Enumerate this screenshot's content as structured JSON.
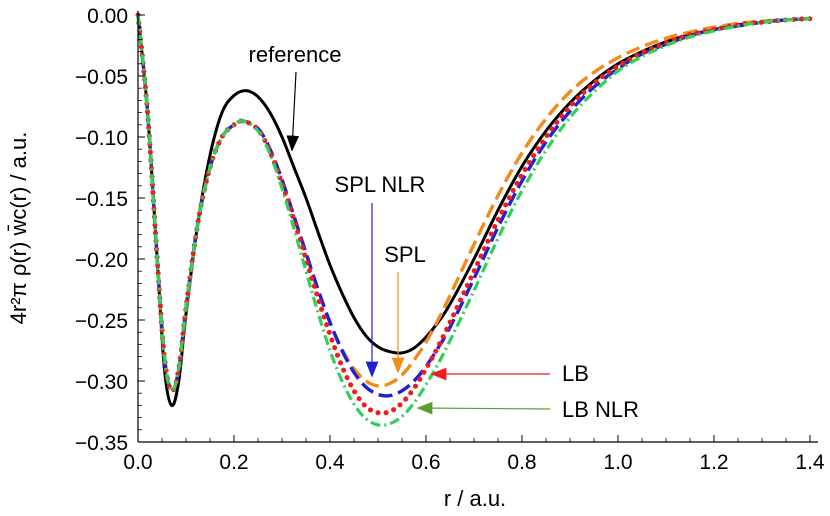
{
  "chart_data": {
    "type": "line",
    "title": "",
    "xlabel": "r / a.u.",
    "ylabel": "4r²π ρ(r) w̄c(r) / a.u.",
    "xlim": [
      0.0,
      1.4
    ],
    "ylim": [
      -0.35,
      0.0
    ],
    "xticks": [
      "0.0",
      "0.2",
      "0.4",
      "0.6",
      "0.8",
      "1.0",
      "1.2",
      "1.4"
    ],
    "yticks": [
      "0.00",
      "−0.05",
      "−0.10",
      "−0.15",
      "−0.20",
      "−0.25",
      "−0.30",
      "−0.35"
    ],
    "grid": false,
    "series": [
      {
        "label": "reference",
        "color": "#000000",
        "style": "solid",
        "points": [
          [
            0.0,
            0.0
          ],
          [
            0.02,
            -0.08
          ],
          [
            0.04,
            -0.2
          ],
          [
            0.055,
            -0.29
          ],
          [
            0.07,
            -0.32
          ],
          [
            0.085,
            -0.3
          ],
          [
            0.1,
            -0.245
          ],
          [
            0.125,
            -0.17
          ],
          [
            0.15,
            -0.115
          ],
          [
            0.175,
            -0.08
          ],
          [
            0.2,
            -0.066
          ],
          [
            0.225,
            -0.062
          ],
          [
            0.25,
            -0.067
          ],
          [
            0.275,
            -0.08
          ],
          [
            0.3,
            -0.1
          ],
          [
            0.325,
            -0.125
          ],
          [
            0.35,
            -0.15
          ],
          [
            0.375,
            -0.178
          ],
          [
            0.4,
            -0.205
          ],
          [
            0.425,
            -0.228
          ],
          [
            0.45,
            -0.248
          ],
          [
            0.475,
            -0.263
          ],
          [
            0.5,
            -0.272
          ],
          [
            0.525,
            -0.276
          ],
          [
            0.55,
            -0.277
          ],
          [
            0.575,
            -0.273
          ],
          [
            0.6,
            -0.264
          ],
          [
            0.625,
            -0.252
          ],
          [
            0.65,
            -0.237
          ],
          [
            0.7,
            -0.2
          ],
          [
            0.75,
            -0.16
          ],
          [
            0.8,
            -0.124
          ],
          [
            0.85,
            -0.095
          ],
          [
            0.9,
            -0.072
          ],
          [
            0.95,
            -0.054
          ],
          [
            1.0,
            -0.04
          ],
          [
            1.05,
            -0.03
          ],
          [
            1.1,
            -0.022
          ],
          [
            1.15,
            -0.016
          ],
          [
            1.2,
            -0.012
          ],
          [
            1.25,
            -0.008
          ],
          [
            1.3,
            -0.006
          ],
          [
            1.35,
            -0.004
          ],
          [
            1.4,
            -0.003
          ]
        ]
      },
      {
        "label": "SPL NLR",
        "color": "#1f1fd6",
        "style": "dashed",
        "points": [
          [
            0.0,
            0.0
          ],
          [
            0.02,
            -0.08
          ],
          [
            0.04,
            -0.2
          ],
          [
            0.055,
            -0.28
          ],
          [
            0.07,
            -0.308
          ],
          [
            0.085,
            -0.29
          ],
          [
            0.1,
            -0.24
          ],
          [
            0.125,
            -0.17
          ],
          [
            0.15,
            -0.125
          ],
          [
            0.175,
            -0.1
          ],
          [
            0.2,
            -0.09
          ],
          [
            0.22,
            -0.087
          ],
          [
            0.25,
            -0.093
          ],
          [
            0.275,
            -0.11
          ],
          [
            0.3,
            -0.135
          ],
          [
            0.325,
            -0.165
          ],
          [
            0.35,
            -0.195
          ],
          [
            0.375,
            -0.225
          ],
          [
            0.4,
            -0.252
          ],
          [
            0.425,
            -0.275
          ],
          [
            0.45,
            -0.293
          ],
          [
            0.475,
            -0.305
          ],
          [
            0.5,
            -0.311
          ],
          [
            0.525,
            -0.312
          ],
          [
            0.55,
            -0.308
          ],
          [
            0.575,
            -0.3
          ],
          [
            0.6,
            -0.288
          ],
          [
            0.625,
            -0.273
          ],
          [
            0.65,
            -0.256
          ],
          [
            0.7,
            -0.216
          ],
          [
            0.75,
            -0.174
          ],
          [
            0.8,
            -0.136
          ],
          [
            0.85,
            -0.104
          ],
          [
            0.9,
            -0.079
          ],
          [
            0.95,
            -0.059
          ],
          [
            1.0,
            -0.044
          ],
          [
            1.05,
            -0.032
          ],
          [
            1.1,
            -0.024
          ],
          [
            1.15,
            -0.017
          ],
          [
            1.2,
            -0.012
          ],
          [
            1.25,
            -0.009
          ],
          [
            1.3,
            -0.006
          ],
          [
            1.35,
            -0.004
          ],
          [
            1.4,
            -0.003
          ]
        ]
      },
      {
        "label": "SPL",
        "color": "#f28a1c",
        "style": "dashed",
        "points": [
          [
            0.0,
            0.0
          ],
          [
            0.02,
            -0.08
          ],
          [
            0.04,
            -0.2
          ],
          [
            0.055,
            -0.28
          ],
          [
            0.07,
            -0.308
          ],
          [
            0.085,
            -0.29
          ],
          [
            0.1,
            -0.24
          ],
          [
            0.125,
            -0.17
          ],
          [
            0.15,
            -0.125
          ],
          [
            0.175,
            -0.1
          ],
          [
            0.2,
            -0.09
          ],
          [
            0.22,
            -0.087
          ],
          [
            0.25,
            -0.093
          ],
          [
            0.275,
            -0.11
          ],
          [
            0.3,
            -0.135
          ],
          [
            0.325,
            -0.165
          ],
          [
            0.35,
            -0.195
          ],
          [
            0.375,
            -0.225
          ],
          [
            0.4,
            -0.252
          ],
          [
            0.425,
            -0.274
          ],
          [
            0.45,
            -0.29
          ],
          [
            0.475,
            -0.3
          ],
          [
            0.5,
            -0.304
          ],
          [
            0.525,
            -0.302
          ],
          [
            0.55,
            -0.295
          ],
          [
            0.575,
            -0.283
          ],
          [
            0.6,
            -0.268
          ],
          [
            0.625,
            -0.25
          ],
          [
            0.65,
            -0.23
          ],
          [
            0.7,
            -0.188
          ],
          [
            0.75,
            -0.148
          ],
          [
            0.8,
            -0.113
          ],
          [
            0.85,
            -0.085
          ],
          [
            0.9,
            -0.063
          ],
          [
            0.95,
            -0.047
          ],
          [
            1.0,
            -0.035
          ],
          [
            1.05,
            -0.026
          ],
          [
            1.1,
            -0.019
          ],
          [
            1.15,
            -0.014
          ],
          [
            1.2,
            -0.01
          ],
          [
            1.25,
            -0.007
          ],
          [
            1.3,
            -0.005
          ],
          [
            1.35,
            -0.004
          ],
          [
            1.4,
            -0.003
          ]
        ]
      },
      {
        "label": "LB",
        "color": "#ee1c1c",
        "style": "dotted",
        "points": [
          [
            0.0,
            0.0
          ],
          [
            0.02,
            -0.08
          ],
          [
            0.04,
            -0.2
          ],
          [
            0.055,
            -0.28
          ],
          [
            0.07,
            -0.308
          ],
          [
            0.085,
            -0.29
          ],
          [
            0.1,
            -0.24
          ],
          [
            0.125,
            -0.17
          ],
          [
            0.15,
            -0.125
          ],
          [
            0.175,
            -0.1
          ],
          [
            0.2,
            -0.09
          ],
          [
            0.22,
            -0.087
          ],
          [
            0.25,
            -0.094
          ],
          [
            0.275,
            -0.112
          ],
          [
            0.3,
            -0.138
          ],
          [
            0.325,
            -0.168
          ],
          [
            0.35,
            -0.2
          ],
          [
            0.375,
            -0.232
          ],
          [
            0.4,
            -0.262
          ],
          [
            0.425,
            -0.288
          ],
          [
            0.45,
            -0.308
          ],
          [
            0.475,
            -0.321
          ],
          [
            0.5,
            -0.326
          ],
          [
            0.525,
            -0.325
          ],
          [
            0.55,
            -0.318
          ],
          [
            0.575,
            -0.306
          ],
          [
            0.6,
            -0.29
          ],
          [
            0.625,
            -0.272
          ],
          [
            0.65,
            -0.252
          ],
          [
            0.7,
            -0.21
          ],
          [
            0.75,
            -0.168
          ],
          [
            0.8,
            -0.131
          ],
          [
            0.85,
            -0.1
          ],
          [
            0.9,
            -0.075
          ],
          [
            0.95,
            -0.056
          ],
          [
            1.0,
            -0.042
          ],
          [
            1.05,
            -0.031
          ],
          [
            1.1,
            -0.023
          ],
          [
            1.15,
            -0.016
          ],
          [
            1.2,
            -0.012
          ],
          [
            1.25,
            -0.008
          ],
          [
            1.3,
            -0.006
          ],
          [
            1.35,
            -0.004
          ],
          [
            1.4,
            -0.003
          ]
        ]
      },
      {
        "label": "LB NLR",
        "color": "#2ed058",
        "style": "dashdot",
        "points": [
          [
            0.0,
            0.0
          ],
          [
            0.02,
            -0.08
          ],
          [
            0.04,
            -0.2
          ],
          [
            0.055,
            -0.28
          ],
          [
            0.07,
            -0.308
          ],
          [
            0.085,
            -0.29
          ],
          [
            0.1,
            -0.24
          ],
          [
            0.125,
            -0.17
          ],
          [
            0.15,
            -0.125
          ],
          [
            0.175,
            -0.1
          ],
          [
            0.2,
            -0.09
          ],
          [
            0.22,
            -0.087
          ],
          [
            0.25,
            -0.095
          ],
          [
            0.275,
            -0.114
          ],
          [
            0.3,
            -0.142
          ],
          [
            0.325,
            -0.175
          ],
          [
            0.35,
            -0.21
          ],
          [
            0.375,
            -0.244
          ],
          [
            0.4,
            -0.275
          ],
          [
            0.425,
            -0.3
          ],
          [
            0.45,
            -0.319
          ],
          [
            0.475,
            -0.331
          ],
          [
            0.5,
            -0.336
          ],
          [
            0.525,
            -0.335
          ],
          [
            0.55,
            -0.329
          ],
          [
            0.575,
            -0.318
          ],
          [
            0.6,
            -0.303
          ],
          [
            0.625,
            -0.286
          ],
          [
            0.65,
            -0.267
          ],
          [
            0.7,
            -0.226
          ],
          [
            0.75,
            -0.183
          ],
          [
            0.8,
            -0.144
          ],
          [
            0.85,
            -0.111
          ],
          [
            0.9,
            -0.084
          ],
          [
            0.95,
            -0.063
          ],
          [
            1.0,
            -0.046
          ],
          [
            1.05,
            -0.034
          ],
          [
            1.1,
            -0.025
          ],
          [
            1.15,
            -0.018
          ],
          [
            1.2,
            -0.013
          ],
          [
            1.25,
            -0.009
          ],
          [
            1.3,
            -0.006
          ],
          [
            1.35,
            -0.004
          ],
          [
            1.4,
            -0.003
          ]
        ]
      }
    ],
    "annotations": [
      {
        "text": "reference",
        "color": "#000000"
      },
      {
        "text": "SPL NLR",
        "color": "#1f1fd6"
      },
      {
        "text": "SPL",
        "color": "#f28a1c"
      },
      {
        "text": "LB",
        "color": "#ee1c1c"
      },
      {
        "text": "LB NLR",
        "color": "#5b9e2e"
      }
    ]
  }
}
